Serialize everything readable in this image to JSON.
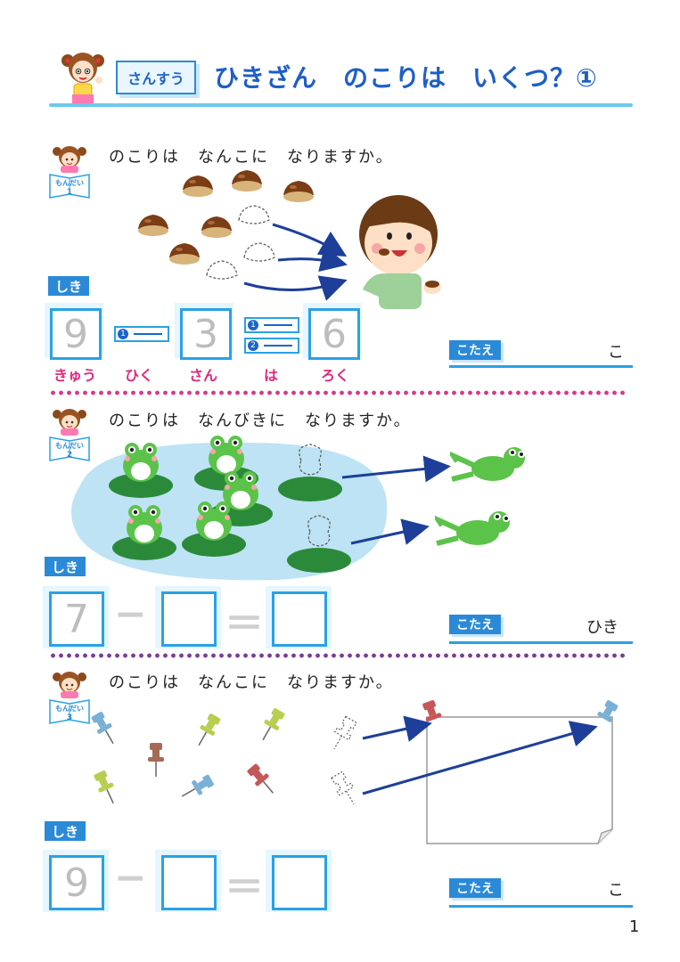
{
  "header": {
    "subject": "さんすう",
    "title": "ひきざん　のこりは　いくつ？①"
  },
  "problems": [
    {
      "tag": "もんだい",
      "number": "1",
      "question": "のこりは　なんこに　なりますか。",
      "shiki_label": "しき",
      "expression": {
        "a": "9",
        "b": "3",
        "c": "6"
      },
      "op_marks": [
        "1",
        "1",
        "2"
      ],
      "readings": [
        "きゅう",
        "ひく",
        "さん",
        "は",
        "ろく"
      ],
      "kotae_label": "こたえ",
      "unit": "こ"
    },
    {
      "tag": "もんだい",
      "number": "2",
      "question": "のこりは　なんびきに　なりますか。",
      "shiki_label": "しき",
      "expression": {
        "a": "7",
        "minus": "−",
        "equals": "＝"
      },
      "kotae_label": "こたえ",
      "unit": "ひき"
    },
    {
      "tag": "もんだい",
      "number": "3",
      "question": "のこりは　なんこに　なりますか。",
      "shiki_label": "しき",
      "expression": {
        "a": "9",
        "minus": "−",
        "equals": "＝"
      },
      "kotae_label": "こたえ",
      "unit": "こ"
    }
  ],
  "page_number": "1",
  "colors": {
    "accent_blue": "#2b8ad8",
    "title_blue": "#1d5fc6",
    "pink": "#e0297a",
    "rule": "#6fc7ef"
  }
}
